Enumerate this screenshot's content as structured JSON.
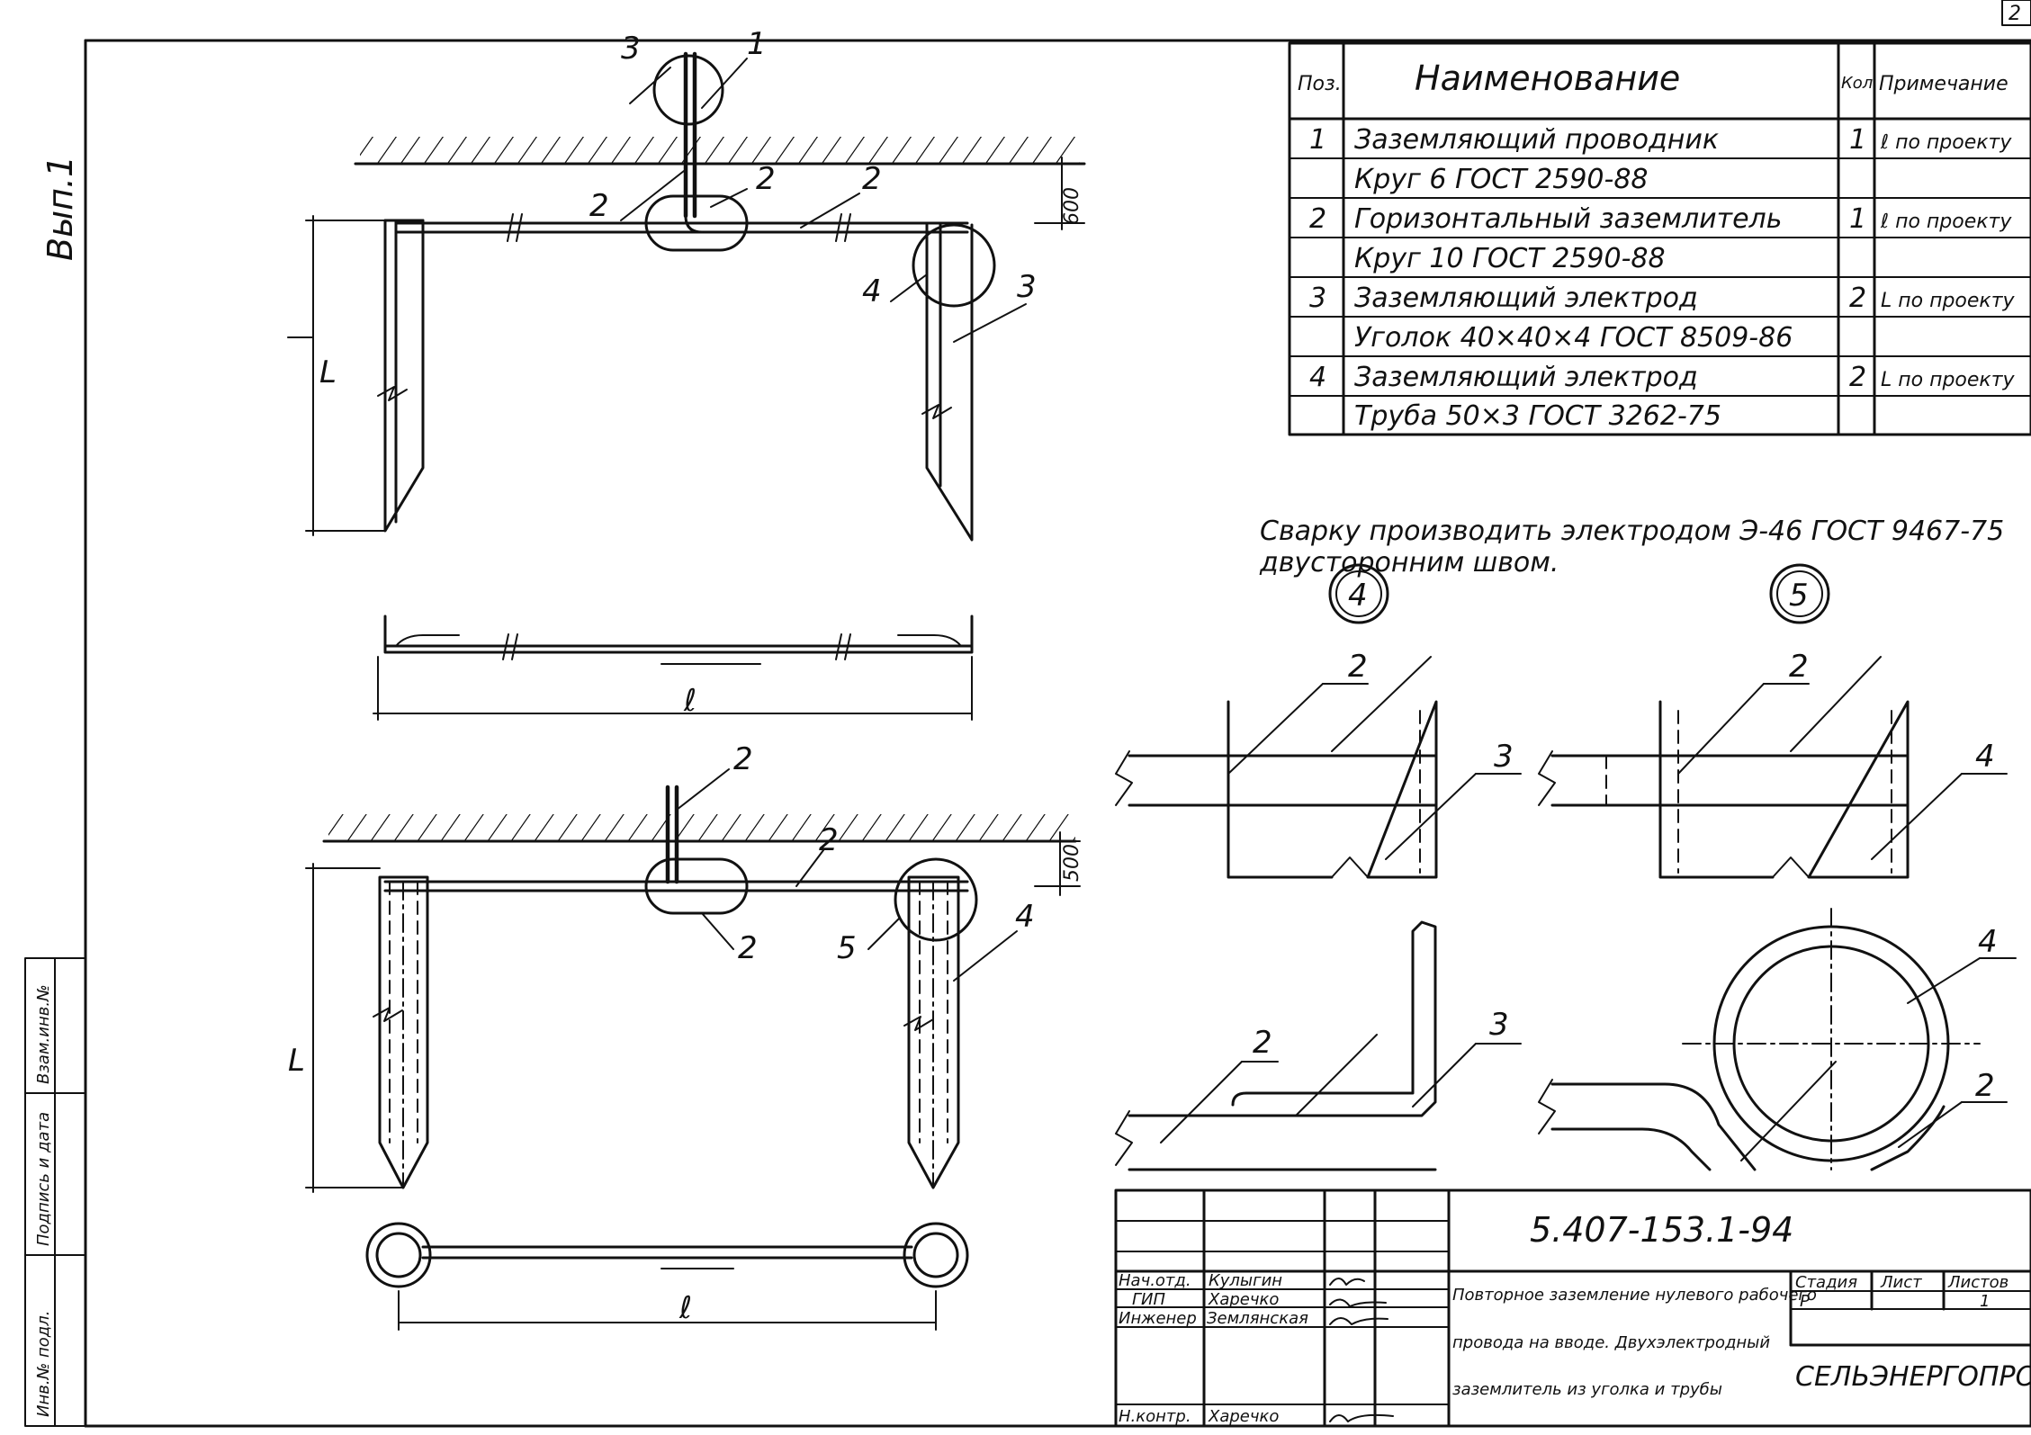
{
  "margin_stamp": {
    "vert_label": "Вып.1",
    "fields": [
      "Инв.№ подл.",
      "Подпись и дата",
      "Взам.инв.№"
    ]
  },
  "spec_table": {
    "headers": [
      "Поз.",
      "Наименование",
      "Кол.",
      "Примечание"
    ],
    "rows": [
      {
        "pos": "1",
        "name": "Заземляющий проводник",
        "qty": "1",
        "note": "ℓ по проекту"
      },
      {
        "pos": "",
        "name": "Круг 6 ГОСТ 2590-88",
        "qty": "",
        "note": ""
      },
      {
        "pos": "2",
        "name": "Горизонтальный заземлитель",
        "qty": "1",
        "note": "ℓ по проекту"
      },
      {
        "pos": "",
        "name": "Круг 10 ГОСТ 2590-88",
        "qty": "",
        "note": ""
      },
      {
        "pos": "3",
        "name": "Заземляющий электрод",
        "qty": "2",
        "note": "L по проекту"
      },
      {
        "pos": "",
        "name": "Уголок 40×40×4 ГОСТ 8509-86",
        "qty": "",
        "note": ""
      },
      {
        "pos": "4",
        "name": "Заземляющий электрод",
        "qty": "2",
        "note": "L по проекту"
      },
      {
        "pos": "",
        "name": "Труба 50×3 ГОСТ 3262-75",
        "qty": "",
        "note": ""
      }
    ]
  },
  "note": {
    "line1": "Сварку производить электродом Э-46 ГОСТ 9467-75",
    "line2": "двусторонним швом."
  },
  "dimensions": {
    "depth_top": "600",
    "depth_bottom": "500",
    "length": "ℓ",
    "electrode": "L"
  },
  "callouts": {
    "c1": "1",
    "c2": "2",
    "c3": "3",
    "c4": "4",
    "c5": "5"
  },
  "details": {
    "d4": "4",
    "d5": "5"
  },
  "title_block": {
    "code": "5.407-153.1-94",
    "roles": [
      "Нач.отд.",
      "ГИП",
      "Инженер",
      "",
      "Н.контр."
    ],
    "names": [
      "Кулыгин",
      "Харечко",
      "Землянская",
      "",
      "Харечко"
    ],
    "title_l1": "Повторное заземление нулевого рабочего",
    "title_l2": "провода на вводе. Двухэлектродный",
    "title_l3": "заземлитель из уголка и трубы",
    "stage_h": "Стадия",
    "sheet_h": "Лист",
    "sheets_h": "Листов",
    "stage_v": "Р",
    "sheets_v": "1",
    "org": "СЕЛЬЭНЕРГОПРОЕКТ"
  },
  "corner_mark": "2"
}
